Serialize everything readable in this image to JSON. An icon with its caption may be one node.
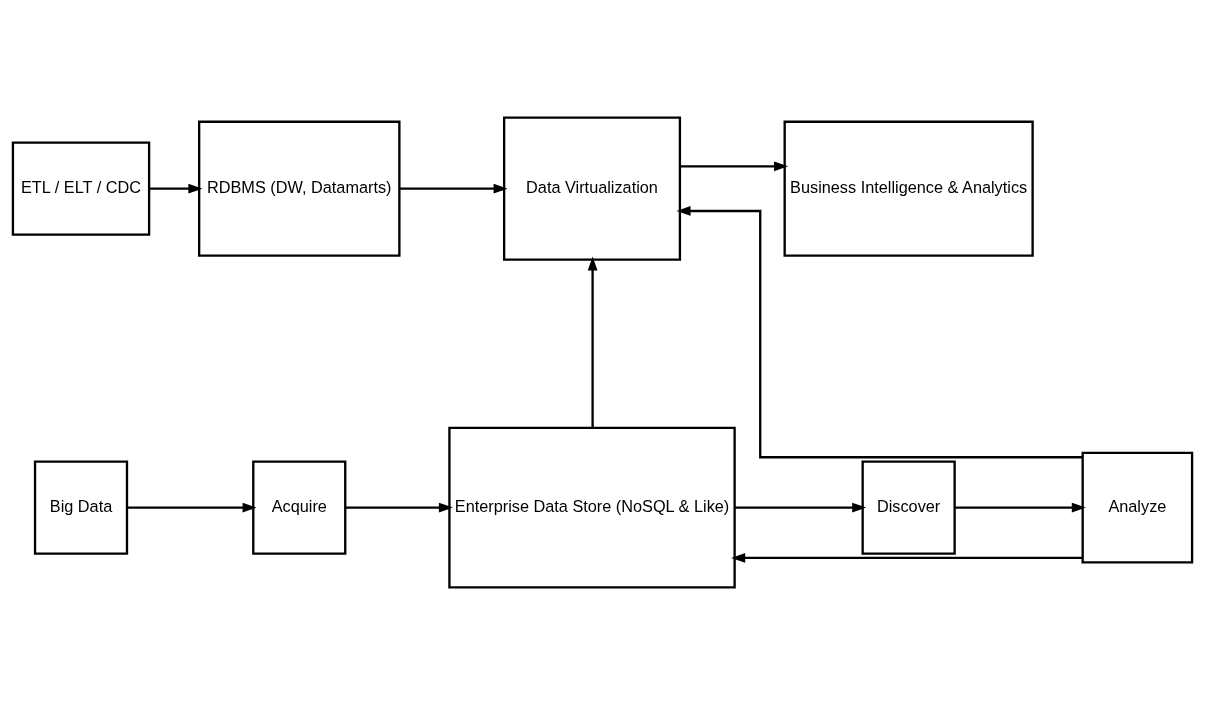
{
  "diagram": {
    "nodes": [
      {
        "text": [
          "ETL / ELT / CDC"
        ]
      },
      {
        "text": [
          "RDBMS (DW, Datamarts)"
        ]
      },
      {
        "text": [
          "Data Virtualization"
        ]
      },
      {
        "text": [
          "Business Intelligence & Analytics"
        ]
      },
      {
        "text": [
          "Big Data"
        ]
      },
      {
        "text": [
          "Acquire"
        ]
      },
      {
        "text": [
          "Enterprise Data Store (NoSQL & Like)"
        ]
      },
      {
        "text": [
          "Discover"
        ]
      },
      {
        "text": [
          "Analyze"
        ]
      }
    ],
    "edges": [
      {
        "from": 0,
        "to": 1,
        "arrow": "to"
      },
      {
        "from": 1,
        "to": 2,
        "arrow": "to"
      },
      {
        "from": 2,
        "to": 3,
        "arrow": "to"
      },
      {
        "from": 4,
        "to": 5,
        "arrow": "to"
      },
      {
        "from": 5,
        "to": 6,
        "arrow": "to"
      },
      {
        "from": 6,
        "to": 7,
        "arrow": "to"
      },
      {
        "from": 7,
        "to": 8,
        "arrow": "to"
      },
      {
        "from": 6,
        "to": 2,
        "arrow": "to"
      },
      {
        "from": 8,
        "to": 2,
        "arrow": "to"
      },
      {
        "from": 8,
        "to": 6,
        "arrow": "to"
      }
    ]
  }
}
